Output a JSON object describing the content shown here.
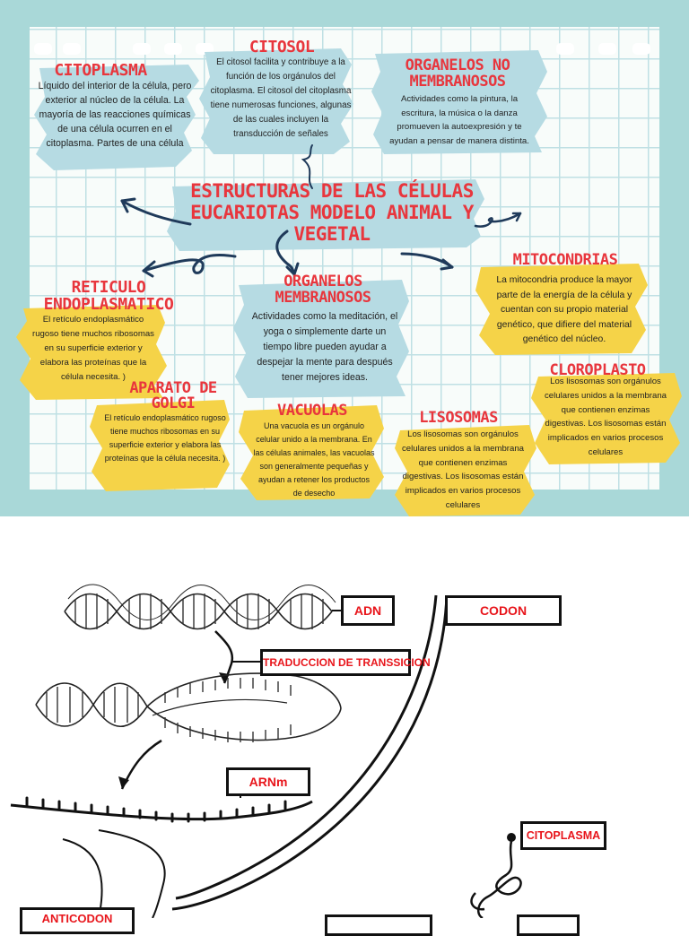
{
  "poster": {
    "main_title": "ESTRUCTURAS DE LAS CÉLULAS EUCARIOTAS MODELO ANIMAL Y VEGETAL",
    "citoplasma": {
      "title": "CITOPLASMA",
      "text": "Líquido del interior de la célula, pero exterior al núcleo de la célula. La mayoría de las reacciones químicas de una célula ocurren en el citoplasma. Partes de una célula"
    },
    "citosol": {
      "title": "CITOSOL",
      "text": "El citosol facilita y contribuye a la función de los orgánulos del citoplasma. El citosol del citoplasma tiene numerosas funciones, algunas de las cuales incluyen la transducción de señales"
    },
    "organelos_no": {
      "title": "ORGANELOS NO MEMBRANOSOS",
      "text": "Actividades como la pintura, la escritura, la música o la danza promueven la autoexpresión y te ayudan a pensar de manera distinta."
    },
    "reticulo": {
      "title": "RETICULO ENDOPLASMATICO",
      "text": "El retículo endoplasmático rugoso tiene muchos ribosomas en su superficie exterior y elabora las proteínas que la célula necesita. )"
    },
    "organelos_mem": {
      "title": "ORGANELOS MEMBRANOSOS",
      "text": "Actividades como la meditación, el yoga o simplemente darte un tiempo libre pueden ayudar a despejar la mente para después tener mejores ideas."
    },
    "mitocondrias": {
      "title": "MITOCONDRIAS",
      "text": "La mitocondria produce la mayor parte de la energía de la célula y cuentan con su propio material genético, que difiere del material genético del núcleo."
    },
    "golgi": {
      "title": "APARATO DE GOLGI",
      "text": "El retículo endoplasmático rugoso tiene muchos ribosomas en su superficie exterior y elabora las proteínas que la célula necesita. )"
    },
    "vacuolas": {
      "title": "VACUOLAS",
      "text": "Una vacuola es un orgánulo celular unido a la membrana. En las células animales, las vacuolas son generalmente pequeñas y ayudan a retener los productos de desecho"
    },
    "lisosomas": {
      "title": "LISOSOMAS",
      "text": "Los lisosomas son orgánulos celulares unidos a la membrana que contienen enzimas digestivas. Los lisosomas están implicados en varios procesos celulares"
    },
    "cloroplasto": {
      "title": "CLOROPLASTO",
      "text": "Los lisosomas son orgánulos celulares unidos a la membrana que contienen enzimas digestivas. Los lisosomas están implicados en varios procesos celulares"
    }
  },
  "diagram": {
    "adn": "ADN",
    "codon": "CODON",
    "traduccion": "TRADUCCION DE TRANSSICION",
    "arnm": "ARNm",
    "citoplasma": "CITOPLASMA",
    "anticodon": "ANTICODON"
  },
  "colors": {
    "title_red": "#e8363d",
    "teal_bg": "#a9d8d8",
    "blue_brush": "#b6dbe3",
    "yellow_brush": "#f5d348",
    "arrow_navy": "#1f3a5a",
    "label_red": "#e8151b"
  }
}
